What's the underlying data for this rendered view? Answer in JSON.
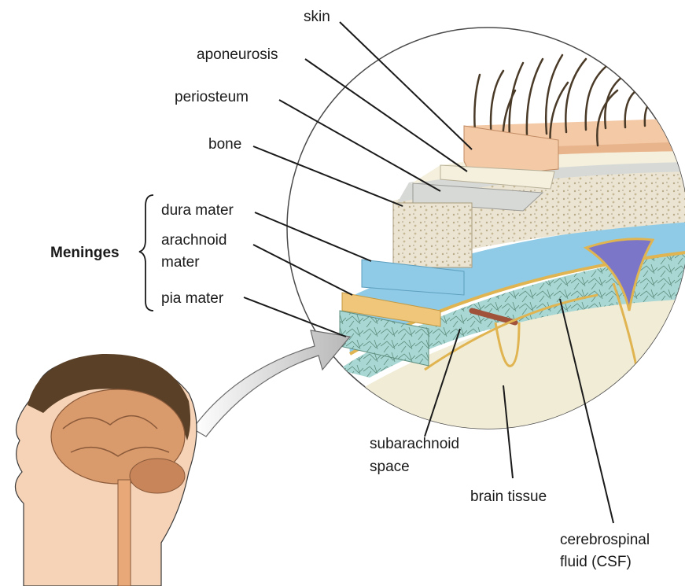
{
  "labels": {
    "skin": "skin",
    "aponeurosis": "aponeurosis",
    "periosteum": "periosteum",
    "bone": "bone",
    "meninges": "Meninges",
    "dura_mater": "dura mater",
    "arachnoid_mater_1": "arachnoid",
    "arachnoid_mater_2": "mater",
    "pia_mater": "pia mater",
    "subarachnoid_1": "subarachnoid",
    "subarachnoid_2": "space",
    "brain_tissue": "brain tissue",
    "csf_1": "cerebrospinal",
    "csf_2": "fluid (CSF)"
  },
  "colors": {
    "skin": "#f3c9a6",
    "skin_dark": "#e8b48c",
    "hair": "#4a3a28",
    "aponeurosis": "#f4f0dd",
    "periosteum": "#d7d9d6",
    "bone": "#e9e2d0",
    "dura": "#8fcbe6",
    "arachnoid": "#f0c77a",
    "pia_web": "#a9d4d0",
    "brain_tissue": "#f1ecd6",
    "vein": "#7b76c8",
    "head_hair": "#5a4026",
    "head_skin": "#f6d3b7",
    "brain": "#d99a6c"
  }
}
